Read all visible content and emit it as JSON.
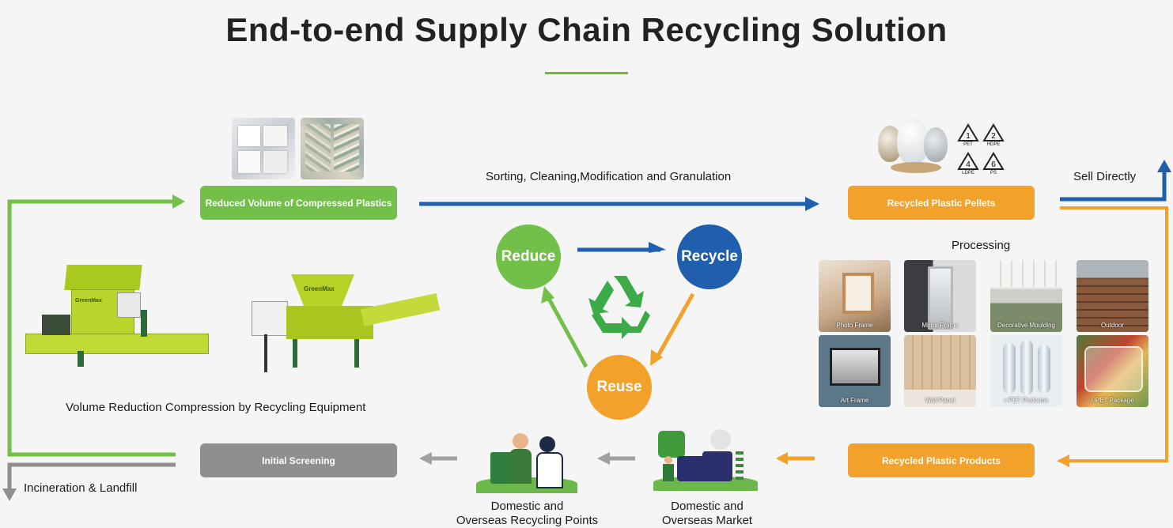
{
  "title": "End-to-end Supply Chain Recycling Solution",
  "colors": {
    "green": "#72c04a",
    "blue": "#1f5fae",
    "orange": "#f2a22a",
    "gray": "#8f8f8f"
  },
  "nodes": {
    "compressed": "Reduced Volume of Compressed Plastics",
    "pellets": "Recycled Plastic Pellets",
    "products": "Recycled Plastic Products",
    "screening": "Initial Screening"
  },
  "labels": {
    "sorting": "Sorting, Cleaning,Modification and Granulation",
    "sell": "Sell Directly",
    "processing": "Processing",
    "equipment": "Volume Reduction Compression by Recycling Equipment",
    "incineration": "Incineration & Landfill",
    "recycling_points_1": "Domestic and",
    "recycling_points_2": "Overseas Recycling Points",
    "market_1": "Domestic and",
    "market_2": "Overseas Market"
  },
  "cycle": {
    "reduce": "Reduce",
    "recycle": "Recycle",
    "reuse": "Reuse"
  },
  "resin_codes": [
    {
      "num": "1",
      "name": "PET"
    },
    {
      "num": "2",
      "name": "HDPE"
    },
    {
      "num": "4",
      "name": "LDPE"
    },
    {
      "num": "6",
      "name": "PS"
    }
  ],
  "processing_items": [
    "Photo Frame",
    "Mirror Frame",
    "Decorative Moulding",
    "Outdoor",
    "Art Frame",
    "Wall Panel",
    "r-PET Preforms",
    "r-PET Package"
  ],
  "equipment_brand": "GreenMax"
}
